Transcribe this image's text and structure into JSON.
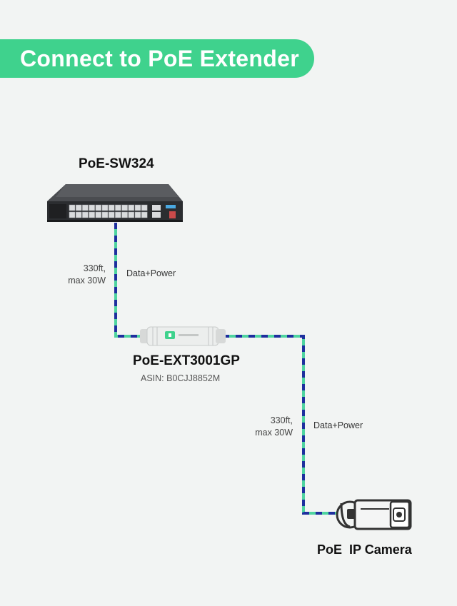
{
  "header": {
    "title": "Connect to PoE Extender"
  },
  "switch": {
    "name": "PoE-SW324"
  },
  "link1": {
    "distance_line1": "330ft,",
    "distance_line2": "max 30W",
    "label": "Data+Power"
  },
  "extender": {
    "name": "PoE-EXT3001GP",
    "asin": "ASIN:  B0CJJ8852M"
  },
  "link2": {
    "distance_line1": "330ft,",
    "distance_line2": "max 30W",
    "label": "Data+Power"
  },
  "camera": {
    "name": "PoE  IP Camera"
  },
  "colors": {
    "accent": "#3fd28d",
    "cable_dark": "#1e2f9e",
    "cable_light": "#4fd4a0"
  }
}
